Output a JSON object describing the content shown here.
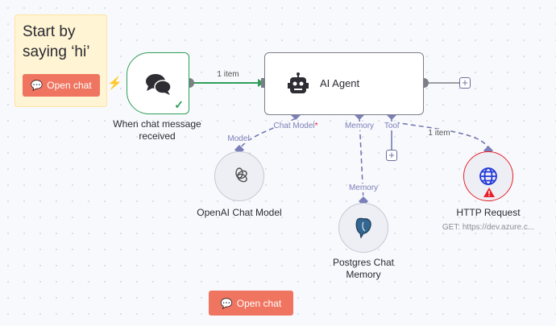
{
  "sticky_note": {
    "title": "Start by saying ‘hi’",
    "button": "Open chat"
  },
  "trigger": {
    "name_line1": "When chat message",
    "name_line2": "received",
    "status": "success"
  },
  "main_edge": {
    "label": "1 item"
  },
  "agent": {
    "name": "AI Agent",
    "ports": {
      "chat_model": "Chat Model",
      "required_mark": "*",
      "memory": "Memory",
      "tool": "Tool"
    }
  },
  "openai": {
    "port_label": "Model",
    "name": "OpenAI Chat Model"
  },
  "postgres": {
    "port_label": "Memory",
    "name_line1": "Postgres Chat",
    "name_line2": "Memory"
  },
  "http": {
    "name": "HTTP Request",
    "subtitle": "GET: https://dev.azure.c...",
    "edge_label": "1 item",
    "status": "warning"
  },
  "bottom_button": {
    "label": "Open chat"
  },
  "colors": {
    "success": "#2e9e58",
    "error": "#e8202b",
    "accent": "#ef7560",
    "port": "#7b7fb8"
  }
}
